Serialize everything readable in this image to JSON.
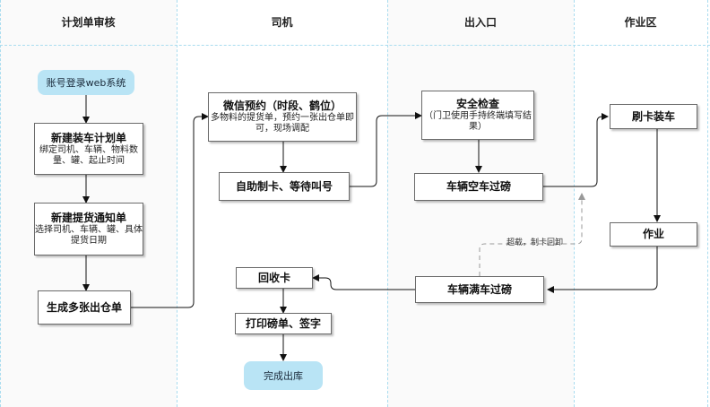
{
  "lanes": [
    {
      "title": "计划单审核"
    },
    {
      "title": "司机"
    },
    {
      "title": "出入口"
    },
    {
      "title": "作业区"
    }
  ],
  "nodes": {
    "login": {
      "title": "账号登录web系统"
    },
    "new_plan": {
      "title": "新建装车计划单",
      "sub": "绑定司机、车辆、物料数量、罐、起止时间"
    },
    "new_notice": {
      "title": "新建提货通知单",
      "sub": "选择司机、车辆、罐、具体提货日期"
    },
    "multi_out": {
      "title": "生成多张出仓单"
    },
    "wechat": {
      "title": "微信预约（时段、鹤位）",
      "sub": "多物料的提货单，预约一张出仓单即可，现场调配"
    },
    "self_card": {
      "title": "自助制卡、等待叫号"
    },
    "security": {
      "title": "安全检查",
      "sub": "（门卫使用手持终端填写结果）"
    },
    "empty_weigh": {
      "title": "车辆空车过磅"
    },
    "swipe_load": {
      "title": "刷卡装车"
    },
    "operate": {
      "title": "作业"
    },
    "full_weigh": {
      "title": "车辆满车过磅"
    },
    "recycle": {
      "title": "回收卡"
    },
    "print": {
      "title": "打印磅单、签字"
    },
    "done": {
      "title": "完成出库"
    }
  },
  "annotations": {
    "overload": "超载，制卡回卸"
  },
  "colors": {
    "lane_line": "#a9dcef",
    "terminal_fill": "#b9e4f5",
    "edge": "#111111",
    "dashed_edge": "#999999"
  }
}
